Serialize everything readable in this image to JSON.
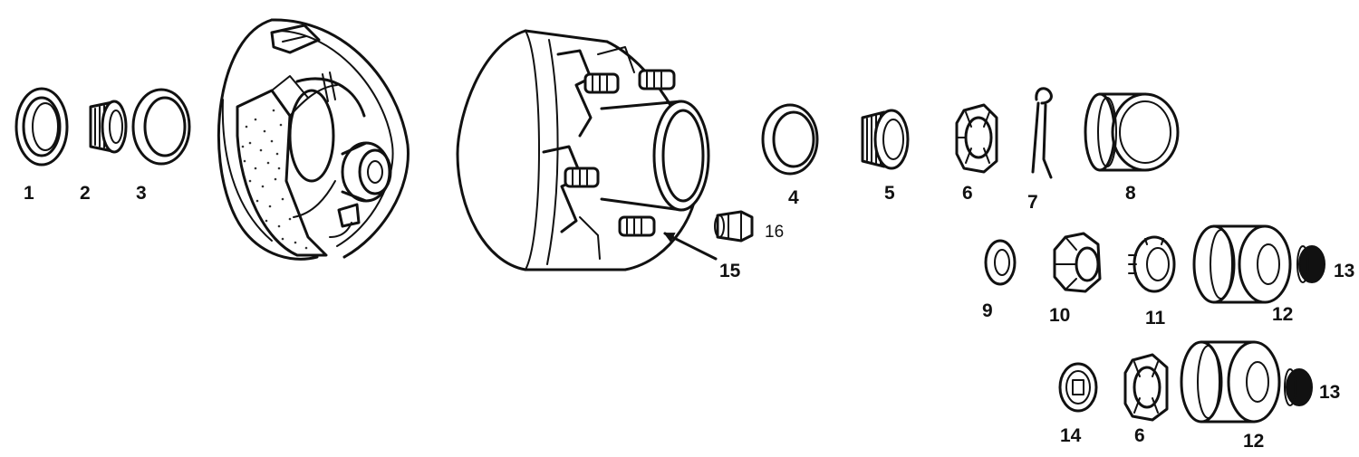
{
  "diagram": {
    "labels": {
      "p1": "1",
      "p2": "2",
      "p3": "3",
      "p4": "4",
      "p5": "5",
      "p6": "6",
      "p7": "7",
      "p8": "8",
      "p9": "9",
      "p10": "10",
      "p11": "11",
      "p12a": "12",
      "p13a": "13",
      "p14": "14",
      "p6b": "6",
      "p12b": "12",
      "p13b": "13",
      "p15": "15",
      "p16": "16"
    },
    "colors": {
      "line": "#111111",
      "background": "#ffffff"
    }
  }
}
